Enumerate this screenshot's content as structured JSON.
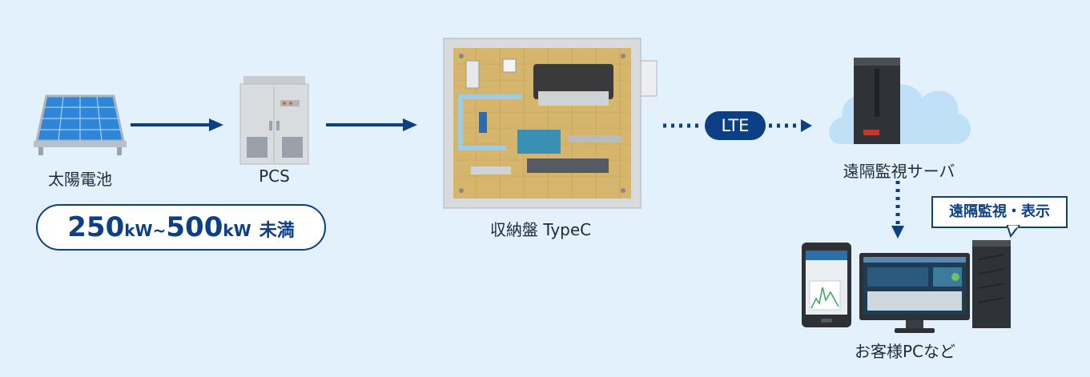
{
  "nodes": {
    "solar": "太陽電池",
    "pcs": "PCS",
    "cabinet": "収納盤 TypeC",
    "server": "遠隔監視サーバ",
    "client": "お客様PCなど"
  },
  "capacity": {
    "value1": "250",
    "unit1": "kW",
    "sep": "~",
    "value2": "500",
    "unit2": "kW",
    "suffix": "未満"
  },
  "link_label": "LTE",
  "callout": "遠隔監視・表示",
  "colors": {
    "background": "#e2f1fc",
    "accent": "#0d3f84"
  }
}
